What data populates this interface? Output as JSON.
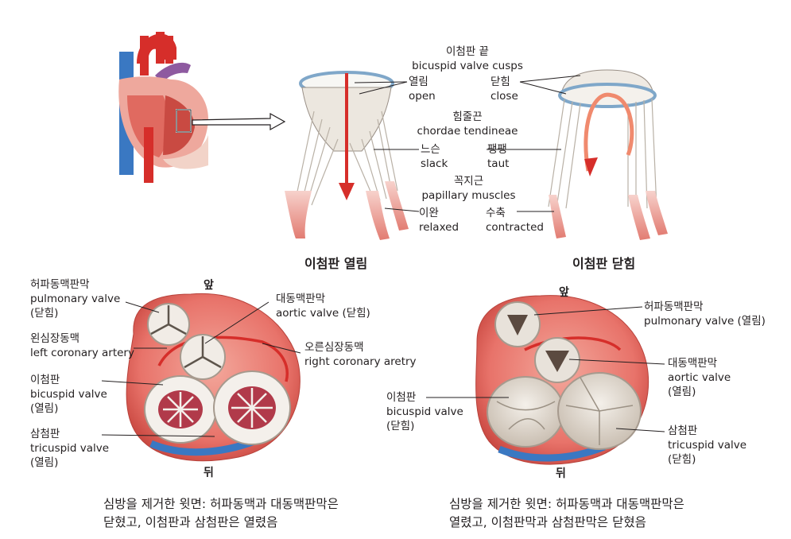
{
  "top": {
    "cusps": {
      "ko": "이첨판 끝",
      "en": "bicuspid valve cusps"
    },
    "open": {
      "ko": "열림",
      "en": "open"
    },
    "close": {
      "ko": "닫힘",
      "en": "close"
    },
    "chordae": {
      "ko": "힘줄끈",
      "en": "chordae tendineae"
    },
    "slack": {
      "ko": "느슨",
      "en": "slack"
    },
    "taut": {
      "ko": "팽팽",
      "en": "taut"
    },
    "papillary": {
      "ko": "꼭지근",
      "en": "papillary muscles"
    },
    "relaxed": {
      "ko": "이완",
      "en": "relaxed"
    },
    "contracted": {
      "ko": "수축",
      "en": "contracted"
    },
    "title_open": "이첨판 열림",
    "title_closed": "이첨판 닫힘"
  },
  "left": {
    "front": "앞",
    "back": "뒤",
    "pulmonary": {
      "ko": "허파동맥판막",
      "en": "pulmonary valve",
      "state": "(닫힘)"
    },
    "aortic": {
      "ko": "대동맥판막",
      "en": "aortic valve (닫힘)"
    },
    "left_coronary": {
      "ko": "왼심장동맥",
      "en": "left coronary artery"
    },
    "right_coronary": {
      "ko": "오른심장동맥",
      "en": "right coronary aretry"
    },
    "bicuspid": {
      "ko": "이첨판",
      "en": "bicuspid valve",
      "state": "(열림)"
    },
    "tricuspid": {
      "ko": "삼첨판",
      "en": "tricuspid valve",
      "state": "(열림)"
    },
    "caption1": "심방을 제거한 윗면: 허파동맥과 대동맥판막은",
    "caption2": "닫혔고, 이첨판과 삼첨판은 열렸음"
  },
  "right": {
    "front": "앞",
    "back": "뒤",
    "pulmonary": {
      "ko": "허파동맥판막",
      "en": "pulmonary valve (열림)"
    },
    "aortic": {
      "ko": "대동맥판막",
      "en": "aortic valve",
      "state": "(열림)"
    },
    "bicuspid": {
      "ko": "이첨판",
      "en": "bicuspid valve",
      "state": "(닫힘)"
    },
    "tricuspid": {
      "ko": "삼첨판",
      "en": "tricuspid valve",
      "state": "(닫힘)"
    },
    "caption1": "심방을 제거한 윗면: 허파동맥과 대동맥판막은",
    "caption2": "열렸고, 이첨판막과 삼첨판막은 닫혔음"
  },
  "colors": {
    "muscle": "#e8736a",
    "artery": "#d62e2a",
    "vein": "#3a78c2",
    "valve": "#e8e2da"
  }
}
